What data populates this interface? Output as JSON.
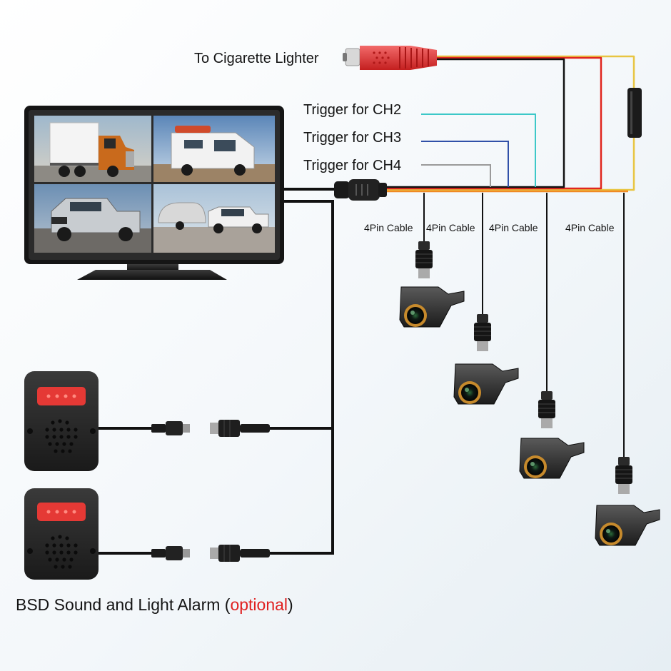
{
  "labels": {
    "power": "To Cigarette Lighter",
    "trigger_ch2": "Trigger for CH2",
    "trigger_ch3": "Trigger for CH3",
    "trigger_ch4": "Trigger for CH4",
    "cable_1": "4Pin Cable",
    "cable_2": "4Pin Cable",
    "cable_3": "4Pin Cable",
    "cable_4": "4Pin Cable",
    "alarm_main": "BSD Sound and Light Alarm (",
    "alarm_optional": "optional",
    "alarm_close": ")"
  },
  "colors": {
    "wire_black": "#111111",
    "wire_red": "#e0261e",
    "wire_yellow": "#e8c541",
    "wire_orange": "#f08a24",
    "trigger_ch2": "#3cc8c8",
    "trigger_ch3": "#3050a8",
    "trigger_ch4": "#9a9a9a",
    "optional_text": "#e02020",
    "plug_red": "#e23a3a",
    "alarm_light": "#e53935",
    "camera_lens_ring": "#c68a2c"
  },
  "icons": {
    "monitor": "quad-view-monitor-icon",
    "camera": "side-mount-camera-icon",
    "alarm": "bsd-alarm-box-icon",
    "plug": "cigarette-lighter-plug-icon",
    "fuse": "fuse-holder-icon"
  }
}
